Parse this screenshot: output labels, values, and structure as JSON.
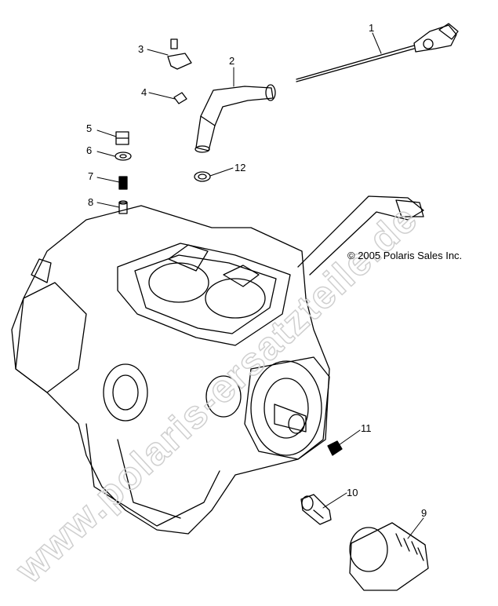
{
  "copyright": "© 2005 Polaris Sales Inc.",
  "watermark": "www.polaris-ersatzteile.de",
  "callouts": [
    "1",
    "2",
    "3",
    "4",
    "5",
    "6",
    "7",
    "8",
    "9",
    "10",
    "11",
    "12"
  ],
  "colors": {
    "line": "#000000",
    "background": "#ffffff",
    "watermark": "#d9d9d9"
  }
}
